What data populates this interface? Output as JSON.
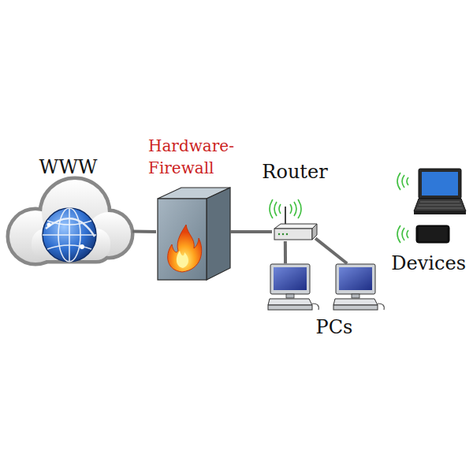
{
  "diagram": {
    "nodes": [
      {
        "text": [
          "WWW"
        ]
      },
      {
        "text": [
          "Hardware- Firewall"
        ]
      },
      {
        "text": [
          "Router"
        ]
      },
      {
        "text": [
          "PCs"
        ]
      },
      {
        "text": [
          "Devices"
        ]
      }
    ],
    "edges": [
      {
        "from": 0,
        "to": 1,
        "arrow": "none"
      },
      {
        "from": 1,
        "to": 2,
        "arrow": "none"
      },
      {
        "from": 2,
        "to": 3,
        "arrow": "none"
      },
      {
        "from": 2,
        "to": 3,
        "arrow": "none"
      }
    ]
  }
}
